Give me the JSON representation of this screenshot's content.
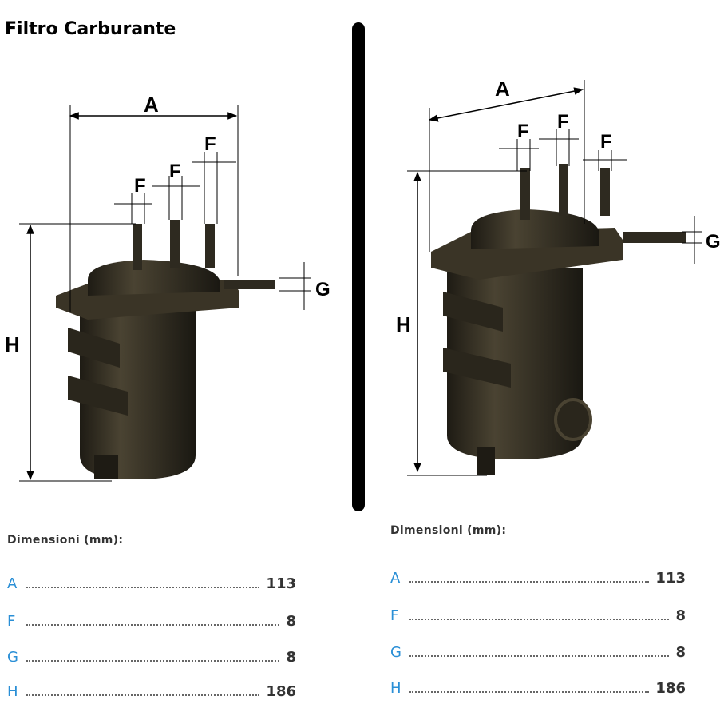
{
  "title": "Filtro Carburante",
  "panels": [
    {
      "labels": {
        "a": "A",
        "f": "F",
        "g": "G",
        "h": "H"
      },
      "dims_heading": "Dimensioni (mm):",
      "dims": [
        {
          "letter": "A",
          "value": "113"
        },
        {
          "letter": "F",
          "value": "8"
        },
        {
          "letter": "G",
          "value": "8"
        },
        {
          "letter": "H",
          "value": "186"
        }
      ]
    },
    {
      "labels": {
        "a": "A",
        "f": "F",
        "g": "G",
        "h": "H"
      },
      "dims_heading": "Dimensioni (mm):",
      "dims": [
        {
          "letter": "A",
          "value": "113"
        },
        {
          "letter": "F",
          "value": "8"
        },
        {
          "letter": "G",
          "value": "8"
        },
        {
          "letter": "H",
          "value": "186"
        }
      ]
    }
  ],
  "colors": {
    "filter_body": "#2e2a20",
    "filter_highlight": "#4a4332",
    "dim_letter": "#2a8fd6"
  }
}
